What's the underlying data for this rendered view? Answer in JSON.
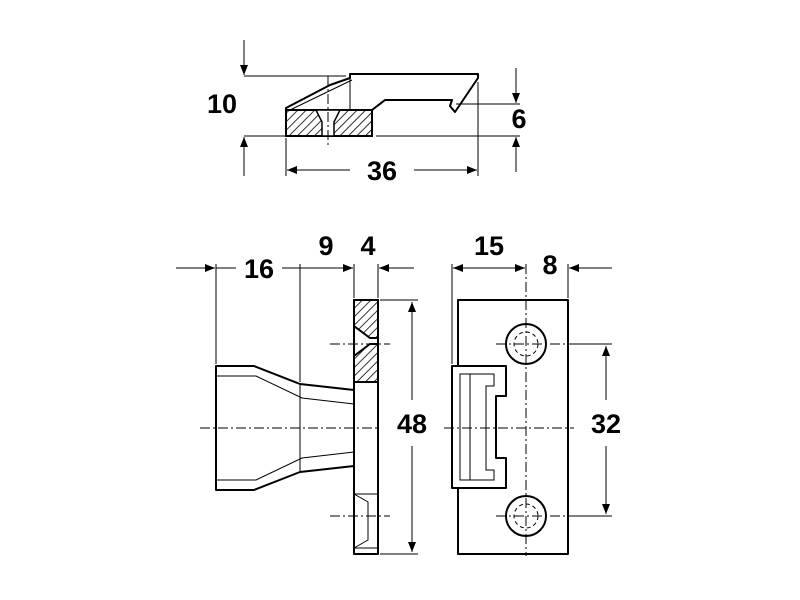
{
  "dimensions": {
    "top_height_total": "10",
    "top_height_slot": "6",
    "top_length": "36",
    "side_depth": "16",
    "side_neck": "9",
    "side_plate": "4",
    "side_height": "48",
    "front_width_left": "15",
    "front_width_right": "8",
    "front_hole_spacing": "32"
  },
  "colors": {
    "line": "#000000",
    "background": "#ffffff"
  }
}
